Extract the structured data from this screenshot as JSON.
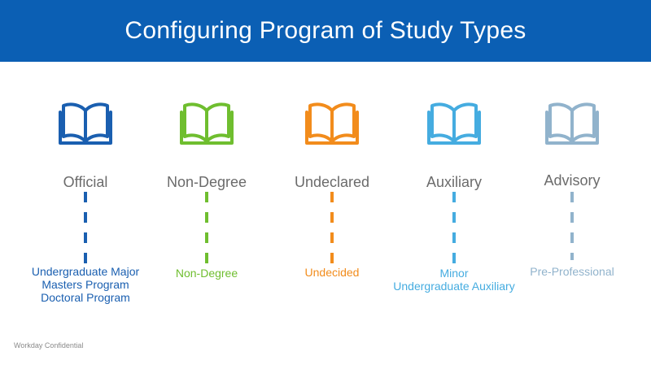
{
  "title": "Configuring Program of Study Types",
  "colors": {
    "title_bar": "#0b5fb4",
    "official": "#1a5fb0",
    "non_degree": "#6fbe2f",
    "undeclared": "#f28c1c",
    "auxiliary": "#45ace0",
    "advisory": "#91b3cc"
  },
  "types": [
    {
      "key": "official",
      "label": "Official",
      "color": "#1a5fb0",
      "icon": "open-book-icon",
      "items": [
        "Undergraduate Major",
        "Masters Program",
        "Doctoral Program"
      ]
    },
    {
      "key": "non-degree",
      "label": "Non-Degree",
      "color": "#6fbe2f",
      "icon": "open-book-icon",
      "items": [
        "Non-Degree"
      ]
    },
    {
      "key": "undeclared",
      "label": "Undeclared",
      "color": "#f28c1c",
      "icon": "open-book-icon",
      "items": [
        "Undecided"
      ]
    },
    {
      "key": "auxiliary",
      "label": "Auxiliary",
      "color": "#45ace0",
      "icon": "open-book-icon",
      "items": [
        "Minor",
        "Undergraduate Auxiliary"
      ]
    },
    {
      "key": "advisory",
      "label": "Advisory",
      "color": "#91b3cc",
      "icon": "open-book-icon",
      "items": [
        "Pre-Professional"
      ]
    }
  ],
  "footer": "Workday Confidential"
}
